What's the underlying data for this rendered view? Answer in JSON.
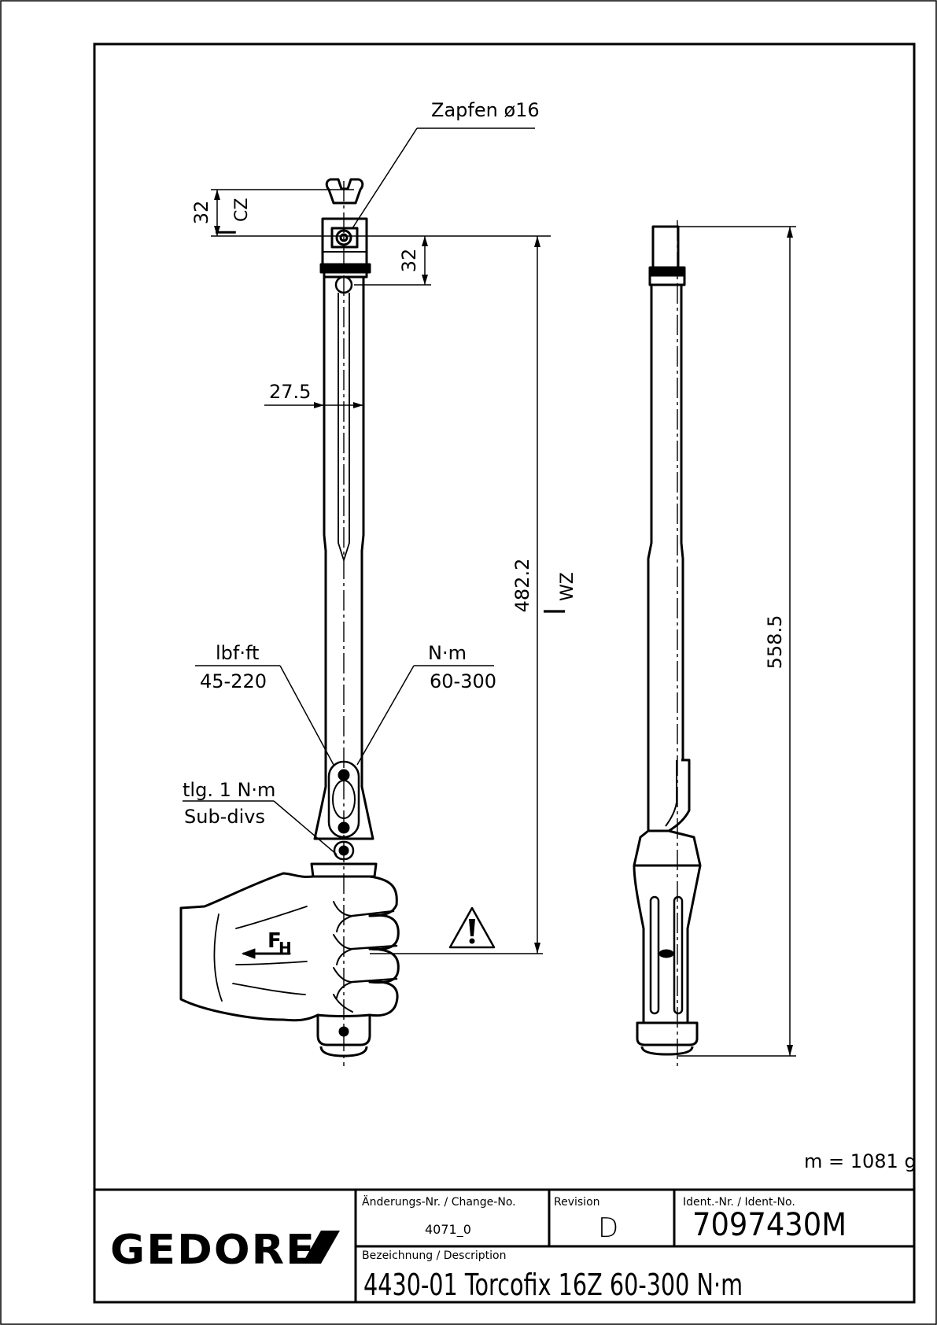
{
  "labels": {
    "zapfen": "Zapfen ø16",
    "dim_32_top": "32",
    "dim_lcz": "l",
    "dim_lcz_sub": "CZ",
    "dim_32_mid": "32",
    "dim_27_5": "27.5",
    "dim_482_2": "482.2",
    "dim_lwz": "l",
    "dim_lwz_sub": "WZ",
    "dim_558_5": "558.5",
    "lbfft_unit": "lbf·ft",
    "lbfft_range": "45-220",
    "nm_unit": "N·m",
    "nm_range": "60-300",
    "subdiv_de": "tlg. 1 N·m",
    "subdiv_en": "Sub-divs",
    "force": "F",
    "force_sub": "H",
    "mass": "m = 1081 g"
  },
  "title_block": {
    "logo": "GEDORE",
    "change_label": "Änderungs-Nr. / Change-No.",
    "change_value": "4071_0",
    "revision_label": "Revision",
    "revision_value": "D",
    "ident_label": "Ident.-Nr. / Ident-No.",
    "ident_value": "7097430M",
    "description_label": "Bezeichnung / Description",
    "description_value": "4430-01 Torcofix 16Z  60-300 N·m"
  }
}
